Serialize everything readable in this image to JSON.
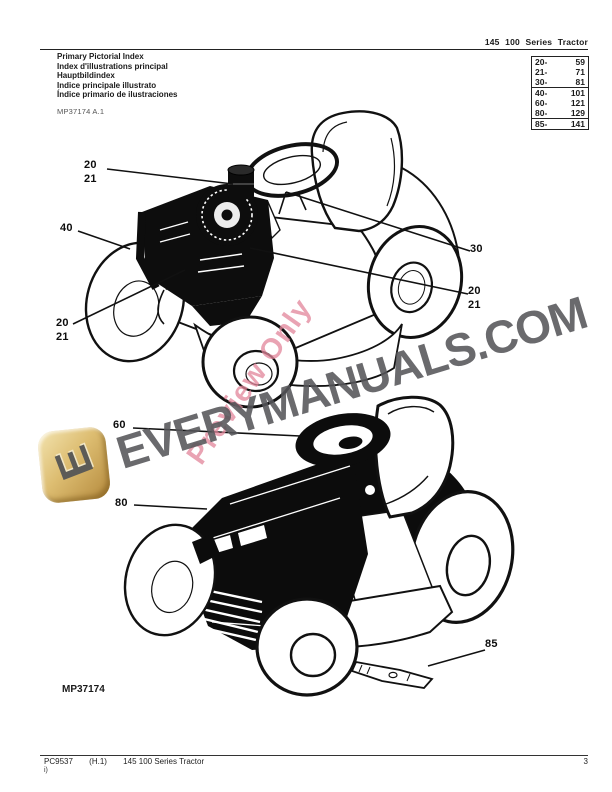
{
  "header": {
    "title": "145 100 Series Tractor"
  },
  "index_block": {
    "titles": [
      "Primary Pictorial Index",
      "Index d'illustrations principal",
      "Hauptbildindex",
      "Indice principale illustrato",
      "Índice primario de ilustraciones"
    ],
    "ref": "MP37174 A.1"
  },
  "page_index_table": {
    "rows": [
      [
        "20-",
        "59"
      ],
      [
        "21-",
        "71"
      ],
      [
        "30-",
        "81"
      ],
      [
        "40-",
        "101"
      ],
      [
        "60-",
        "121"
      ],
      [
        "80-",
        "129"
      ],
      [
        "85-",
        "141"
      ]
    ]
  },
  "figure": {
    "caption": "MP37174",
    "callouts": [
      {
        "lines": [
          "20",
          "21"
        ]
      },
      {
        "lines": [
          "40"
        ]
      },
      {
        "lines": [
          "30"
        ]
      },
      {
        "lines": [
          "20",
          "21"
        ]
      },
      {
        "lines": [
          "20",
          "21"
        ]
      },
      {
        "lines": [
          "60"
        ]
      },
      {
        "lines": [
          "80"
        ]
      },
      {
        "lines": [
          "85"
        ]
      }
    ]
  },
  "watermark": {
    "site": "EVERYMANUALS.COM",
    "preview": "Preview Only",
    "logo_letter": "E",
    "gray": "#56565a",
    "pink": "#e2859a",
    "gold_light": "#f3e4b0",
    "gold_dark": "#b4893c"
  },
  "footer": {
    "doc": "PC9537",
    "revision": "(H.1)",
    "title": "145 100 Series Tractor",
    "page": "3",
    "note": "i)"
  }
}
